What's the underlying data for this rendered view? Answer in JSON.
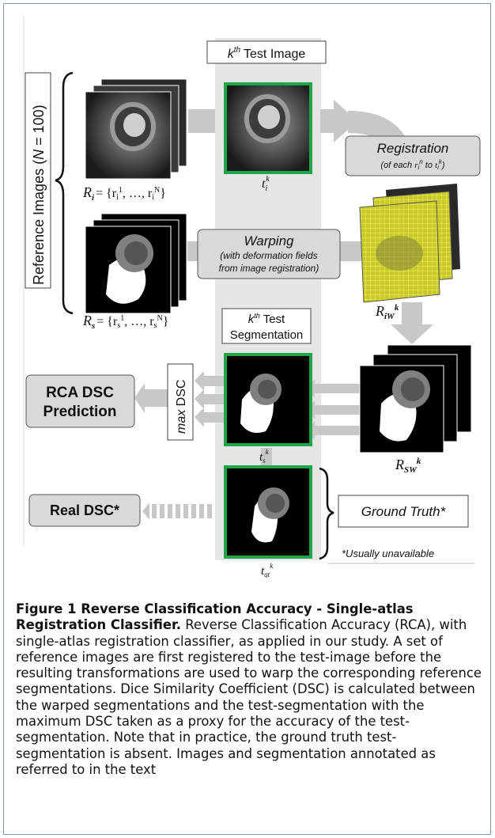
{
  "figure": {
    "test_image_label": {
      "sup": "th",
      "text": "Test Image",
      "k": "k"
    },
    "reference_images_label": {
      "prefix": "Reference Images (",
      "n_italic": "N",
      "eq": " = 100)"
    },
    "r_i_label": {
      "symbol": "R",
      "sub": "i",
      "set": "= {r",
      "set_sub1": "i",
      "set_sup1": "1",
      "mid": ",  …, r",
      "set_sub2": "i",
      "set_sup2": "N",
      "close": "}"
    },
    "r_s_label": {
      "symbol": "R",
      "sub": "s",
      "set": "= {r",
      "set_sub1": "s",
      "set_sup1": "1",
      "mid": ",  …, r",
      "set_sub2": "s",
      "set_sup2": "N",
      "close": "}"
    },
    "t_i_label": {
      "t": "t",
      "sub": "i",
      "sup": "k"
    },
    "registration": {
      "title": "Registration",
      "subtitle_pre": "(of each ",
      "r": "r",
      "r_sub": "i",
      "r_sup": "n",
      "mid": " to ",
      "t": "t",
      "t_sub": "i",
      "t_sup": "k",
      "close": ")"
    },
    "warping": {
      "title": "Warping",
      "line1": "(with deformation fields",
      "line2": "from image registration)"
    },
    "r_iw_label": {
      "symbol": "R",
      "sub": "iW",
      "sup": "k"
    },
    "test_segmentation": {
      "k": "k",
      "sup": "th",
      "line1_rest": " Test",
      "line2": "Segmentation"
    },
    "max_dsc": {
      "max": "max",
      "dsc": " DSC"
    },
    "rca_box": {
      "line1": "RCA DSC",
      "line2": "Prediction"
    },
    "t_s_label": {
      "t": "t",
      "sub": "s",
      "sup": "k"
    },
    "r_sw_label": {
      "symbol": "R",
      "sub": "SW",
      "sup": "k"
    },
    "real_dsc": "Real DSC*",
    "ground_truth": "Ground Truth*",
    "unavailable_note": "*Usually unavailable",
    "t_gt_label": {
      "t": "t",
      "sub": "gt",
      "sup": "k"
    }
  },
  "caption": {
    "bold": "Figure 1 Reverse Classification Accuracy - Single-atlas Registration Classifier.",
    "text": " Reverse Classification Accuracy (RCA), with single-atlas registration classifier, as applied in our study. A set of reference images are first registered to the test-image before the resulting transformations are used to warp the corresponding reference segmentations. Dice Similarity Coefficient (DSC) is calculated between the warped segmentations and the test-segmentation with the maximum DSC taken as a proxy for the accuracy of the test-segmentation. Note that in practice, the ground truth test-segmentation is absent. Images and segmentation annotated as referred to in the text"
  },
  "colors": {
    "green_frame": "#1fa64a",
    "arrow_gray": "#c8c8c8",
    "column_gray": "#e6e6e6",
    "box_gray": "#d9d9d9",
    "grid_yellow": "#e6e63a"
  }
}
